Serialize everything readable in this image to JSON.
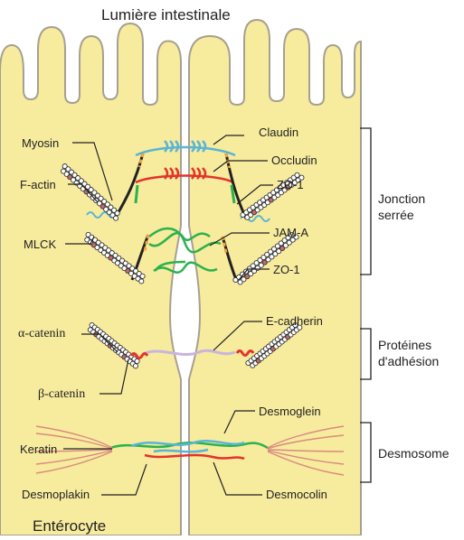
{
  "title": "Lumière intestinale",
  "footer": "Entérocyte",
  "labels": {
    "claudin": "Claudin",
    "myosin": "Myosin",
    "occludin": "Occludin",
    "f_actin": "F-actin",
    "zo1_top": "ZO-1",
    "jam_a": "JAM-A",
    "mlck": "MLCK",
    "zo1_bottom": "ZO-1",
    "alpha_catenin": "α-catenin",
    "e_cadherin": "E-cadherin",
    "beta_catenin": "β-catenin",
    "desmoglein": "Desmoglein",
    "keratin": "Keratin",
    "desmoplakin": "Desmoplakin",
    "desmocolin": "Desmocolin"
  },
  "groups": {
    "tight_junction": "Jonction\nserrée",
    "adhesion": "Protéines\nd'adhésion",
    "desmosome": "Desmosome"
  },
  "colors": {
    "cell_fill": "#f7eb9e",
    "cell_stroke": "#a7a090",
    "claudin": "#58b5d6",
    "occludin": "#e3342b",
    "zo1": "#2bb24c",
    "jam_a": "#2bb24c",
    "myosin_stripes": "#f2a63a",
    "cadherin": "#c9b5dc",
    "catenin": "#e3342b",
    "keratin": "#d98b80",
    "desmosome_green": "#2bb24c",
    "desmosome_blue": "#58b5d6",
    "desmosome_red": "#e3342b"
  }
}
